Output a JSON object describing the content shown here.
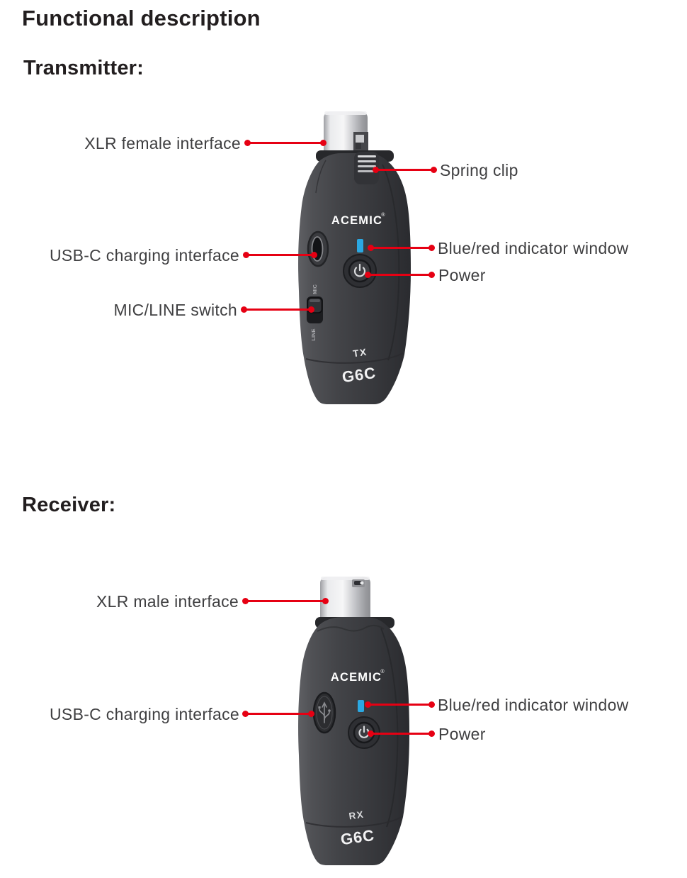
{
  "title": "Functional description",
  "sections": {
    "transmitter": {
      "heading": "Transmitter:",
      "callouts": {
        "xlr": "XLR female interface",
        "spring_clip": "Spring clip",
        "usb": "USB-C charging interface",
        "indicator": "Blue/red indicator window",
        "power": "Power",
        "mic_line": "MIC/LINE switch"
      },
      "device": {
        "brand": "ACEMIC",
        "brand_mark": "®",
        "role": "TX",
        "model": "G6C",
        "switch_mic": "MIC",
        "switch_line": "LINE"
      }
    },
    "receiver": {
      "heading": "Receiver:",
      "callouts": {
        "xlr": "XLR male interface",
        "usb": "USB-C charging interface",
        "indicator": "Blue/red indicator window",
        "power": "Power"
      },
      "device": {
        "brand": "ACEMIC",
        "brand_mark": "®",
        "role": "RX",
        "model": "G6C"
      }
    }
  },
  "colors": {
    "callout_red": "#e60013",
    "indicator_blue": "#2ba8e2",
    "device_body_dark": "#3a3b3f",
    "xlr_silver": "#d9dadd",
    "heading_text": "#221e1f",
    "label_text": "#3f3f41",
    "background": "#ffffff"
  }
}
